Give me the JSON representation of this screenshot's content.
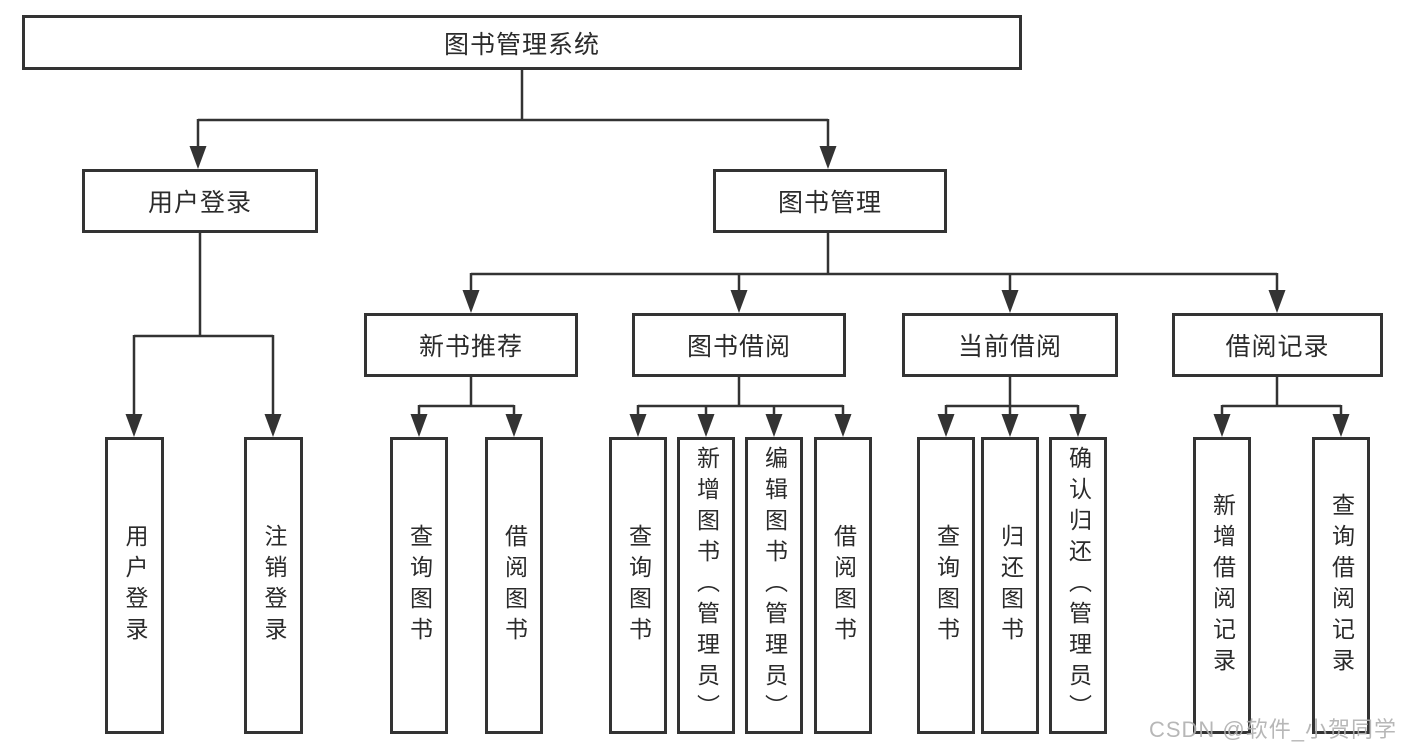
{
  "colors": {
    "line": "#333333",
    "text": "#2b2b2b",
    "watermark": "#b0b0b0",
    "background": "#ffffff"
  },
  "watermark": {
    "text": "CSDN @软件_小贺同学"
  },
  "tree": {
    "label": "图书管理系统",
    "children": [
      {
        "label": "用户登录",
        "children": [
          {
            "label": "用户登录"
          },
          {
            "label": "注销登录"
          }
        ]
      },
      {
        "label": "图书管理",
        "children": [
          {
            "label": "新书推荐",
            "children": [
              {
                "label": "查询图书"
              },
              {
                "label": "借阅图书"
              }
            ]
          },
          {
            "label": "图书借阅",
            "children": [
              {
                "label": "查询图书"
              },
              {
                "label": "新增图书（管理员）"
              },
              {
                "label": "编辑图书（管理员）"
              },
              {
                "label": "借阅图书"
              }
            ]
          },
          {
            "label": "当前借阅",
            "children": [
              {
                "label": "查询图书"
              },
              {
                "label": "归还图书"
              },
              {
                "label": "确认归还（管理员）"
              }
            ]
          },
          {
            "label": "借阅记录",
            "children": [
              {
                "label": "新增借阅记录"
              },
              {
                "label": "查询借阅记录"
              }
            ]
          }
        ]
      }
    ]
  }
}
